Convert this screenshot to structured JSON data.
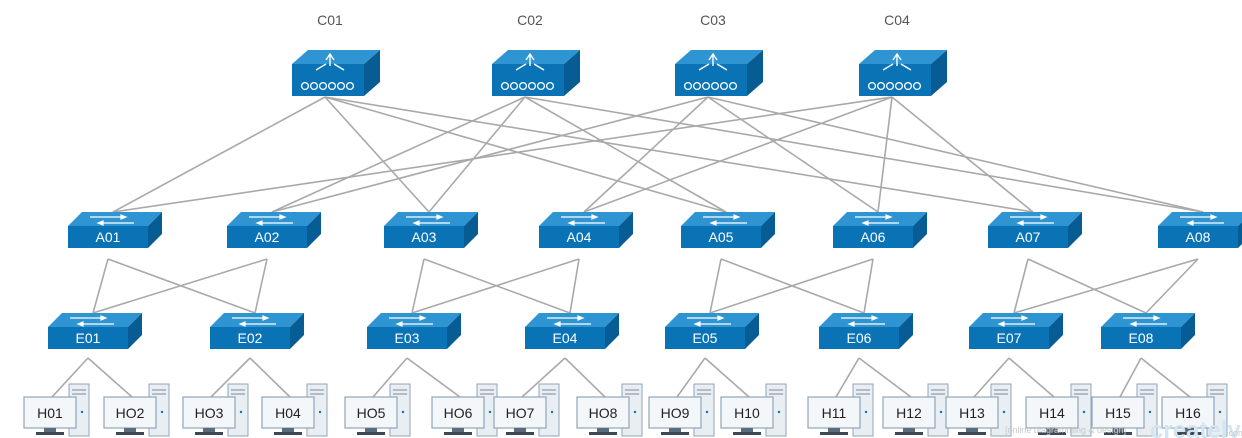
{
  "core_switches": [
    {
      "id": "C01",
      "label": "C01"
    },
    {
      "id": "C02",
      "label": "C02"
    },
    {
      "id": "C03",
      "label": "C03"
    },
    {
      "id": "C04",
      "label": "C04"
    }
  ],
  "aggregation_switches": [
    {
      "id": "A01",
      "label": "A01"
    },
    {
      "id": "A02",
      "label": "A02"
    },
    {
      "id": "A03",
      "label": "A03"
    },
    {
      "id": "A04",
      "label": "A04"
    },
    {
      "id": "A05",
      "label": "A05"
    },
    {
      "id": "A06",
      "label": "A06"
    },
    {
      "id": "A07",
      "label": "A07"
    },
    {
      "id": "A08",
      "label": "A08"
    }
  ],
  "edge_switches": [
    {
      "id": "E01",
      "label": "E01"
    },
    {
      "id": "E02",
      "label": "E02"
    },
    {
      "id": "E03",
      "label": "E03"
    },
    {
      "id": "E04",
      "label": "E04"
    },
    {
      "id": "E05",
      "label": "E05"
    },
    {
      "id": "E06",
      "label": "E06"
    },
    {
      "id": "E07",
      "label": "E07"
    },
    {
      "id": "E08",
      "label": "E08"
    }
  ],
  "hosts": [
    {
      "id": "H01",
      "label": "H01"
    },
    {
      "id": "H02",
      "label": "HO2"
    },
    {
      "id": "H03",
      "label": "HO3"
    },
    {
      "id": "H04",
      "label": "H04"
    },
    {
      "id": "H05",
      "label": "HO5"
    },
    {
      "id": "H06",
      "label": "HO6"
    },
    {
      "id": "H07",
      "label": "HO7"
    },
    {
      "id": "H08",
      "label": "HO8"
    },
    {
      "id": "H09",
      "label": "HO9"
    },
    {
      "id": "H10",
      "label": "H10"
    },
    {
      "id": "H11",
      "label": "H11"
    },
    {
      "id": "H12",
      "label": "H12"
    },
    {
      "id": "H13",
      "label": "H13"
    },
    {
      "id": "H14",
      "label": "H14"
    },
    {
      "id": "H15",
      "label": "H15"
    },
    {
      "id": "H16",
      "label": "H16"
    }
  ],
  "links": [
    [
      "C01",
      "A01"
    ],
    [
      "C01",
      "A03"
    ],
    [
      "C01",
      "A05"
    ],
    [
      "C01",
      "A07"
    ],
    [
      "C02",
      "A02"
    ],
    [
      "C02",
      "A03"
    ],
    [
      "C02",
      "A05"
    ],
    [
      "C02",
      "A08"
    ],
    [
      "C03",
      "A02"
    ],
    [
      "C03",
      "A04"
    ],
    [
      "C03",
      "A06"
    ],
    [
      "C03",
      "A08"
    ],
    [
      "C04",
      "A01"
    ],
    [
      "C04",
      "A04"
    ],
    [
      "C04",
      "A06"
    ],
    [
      "C04",
      "A07"
    ],
    [
      "A01",
      "E01"
    ],
    [
      "A01",
      "E02"
    ],
    [
      "A02",
      "E01"
    ],
    [
      "A02",
      "E02"
    ],
    [
      "A03",
      "E03"
    ],
    [
      "A03",
      "E04"
    ],
    [
      "A04",
      "E03"
    ],
    [
      "A04",
      "E04"
    ],
    [
      "A05",
      "E05"
    ],
    [
      "A05",
      "E06"
    ],
    [
      "A06",
      "E05"
    ],
    [
      "A06",
      "E06"
    ],
    [
      "A07",
      "E07"
    ],
    [
      "A07",
      "E08"
    ],
    [
      "A08",
      "E07"
    ],
    [
      "A08",
      "E08"
    ],
    [
      "E01",
      "H01"
    ],
    [
      "E01",
      "H02"
    ],
    [
      "E02",
      "H03"
    ],
    [
      "E02",
      "H04"
    ],
    [
      "E03",
      "H05"
    ],
    [
      "E03",
      "H06"
    ],
    [
      "E04",
      "H07"
    ],
    [
      "E04",
      "H08"
    ],
    [
      "E05",
      "H09"
    ],
    [
      "E05",
      "H10"
    ],
    [
      "E06",
      "H11"
    ],
    [
      "E06",
      "H12"
    ],
    [
      "E07",
      "H13"
    ],
    [
      "E07",
      "H14"
    ],
    [
      "E08",
      "H15"
    ],
    [
      "E08",
      "H16"
    ]
  ],
  "colors": {
    "device_front": "#0a73b5",
    "device_top": "#2f95d2",
    "device_side": "#075d93",
    "link": "#a9a9a9",
    "host_body": "#f4f7fa",
    "host_border": "#8fa6bb"
  },
  "watermark": {
    "tagline": "[online diagramming & design]",
    "brand": "creately",
    "suffix": ".com"
  }
}
